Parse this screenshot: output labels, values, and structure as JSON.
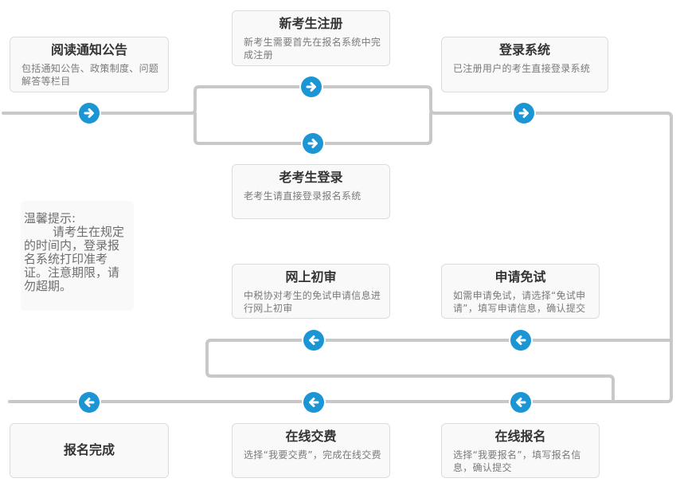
{
  "steps": {
    "read_notice": {
      "title": "阅读通知公告",
      "desc": "包括通知公告、政策制度、问题解答等栏目"
    },
    "new_register": {
      "title": "新考生注册",
      "desc": "新考生需要首先在报名系统中完成注册"
    },
    "login": {
      "title": "登录系统",
      "desc": "已注册用户的考生直接登录系统"
    },
    "old_login": {
      "title": "老考生登录",
      "desc": "老考生请直接登录报名系统"
    },
    "online_review": {
      "title": "网上初审",
      "desc": "中税协对考生的免试申请信息进行网上初审"
    },
    "apply_exempt": {
      "title": "申请免试",
      "desc": "如需申请免试，请选择“免试申请”，填写申请信息，确认提交"
    },
    "complete": {
      "title": "报名完成"
    },
    "pay_online": {
      "title": "在线交费",
      "desc": "选择“我要交费”，完成在线交费"
    },
    "register_online": {
      "title": "在线报名",
      "desc": "选择“我要报名”，填写报名信息，确认提交"
    }
  },
  "tip": {
    "title": "温馨提示:",
    "body": "请考生在规定的时间内，登录报名系统打印准考证。注意期限，请勿超期。"
  },
  "colors": {
    "line": "#c8c8c8",
    "button": "#1c95d4",
    "box_bg": "#f9f9f9",
    "box_border": "#dcdcdc"
  },
  "icons": {
    "forward": "arrow-right-icon",
    "backward": "arrow-left-icon"
  }
}
